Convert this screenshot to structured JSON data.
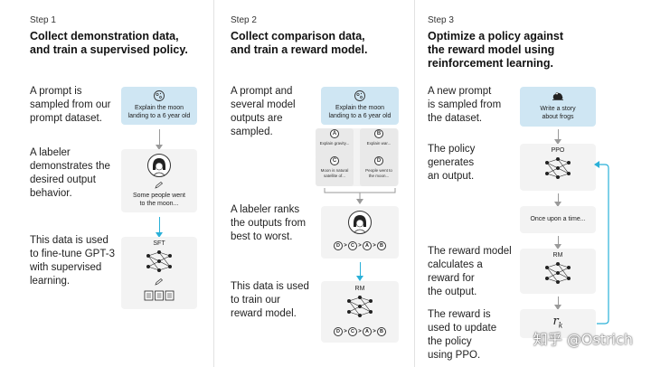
{
  "steps": [
    {
      "label": "Step 1",
      "title": "Collect demonstration data,\nand train a supervised policy.",
      "desc": [
        "A prompt is\nsampled from our\nprompt dataset.",
        "A labeler\ndemonstrates the\ndesired output\nbehavior.",
        "This data is used\nto fine-tune GPT-3\nwith supervised\nlearning."
      ],
      "prompt_text": "Explain the moon\nlanding to a 6 year old",
      "demo_text": "Some people went\nto the moon...",
      "model_label": "SFT"
    },
    {
      "label": "Step 2",
      "title": "Collect comparison data,\nand train a reward model.",
      "desc": [
        "A prompt and\nseveral model\noutputs are\nsampled.",
        "A labeler ranks\nthe outputs from\nbest to worst.",
        "This data is used\nto train our\nreward model."
      ],
      "prompt_text": "Explain the moon\nlanding to a 6 year old",
      "outputs": [
        {
          "letter": "A",
          "text": "Explain gravity..."
        },
        {
          "letter": "B",
          "text": "Explain war..."
        },
        {
          "letter": "C",
          "text": "Moon is natural\nsatellite of..."
        },
        {
          "letter": "D",
          "text": "People went to\nthe moon..."
        }
      ],
      "ranking": [
        "D",
        "C",
        "A",
        "B"
      ],
      "ranking_sep": ">",
      "model_label": "RM"
    },
    {
      "label": "Step 3",
      "title": "Optimize a policy against\nthe reward model using\nreinforcement learning.",
      "desc": [
        "A new prompt\nis sampled from\nthe dataset.",
        "The policy\ngenerates\nan output.",
        "The reward model\ncalculates a\nreward for\nthe output.",
        "The reward is\nused to update\nthe policy\nusing PPO."
      ],
      "prompt_text": "Write a story\nabout frogs",
      "policy_label": "PPO",
      "output_text": "Once upon a time...",
      "rm_label": "RM",
      "reward_symbol": "r",
      "reward_sub": "k"
    }
  ],
  "watermark": "知乎 @Ostrich",
  "colors": {
    "prompt_box": "#cfe6f3",
    "card": "#f3f3f3",
    "arrow": "#9a9a9a",
    "highlight_arrow": "#2ab0d8"
  }
}
